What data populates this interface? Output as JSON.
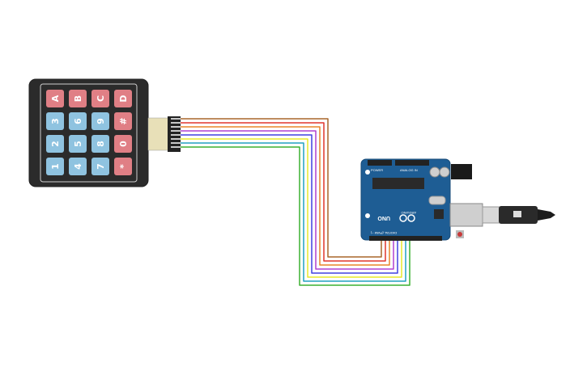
{
  "keypad": {
    "rows": [
      [
        "A",
        "B",
        "C",
        "D"
      ],
      [
        "3",
        "6",
        "9",
        "#"
      ],
      [
        "2",
        "5",
        "8",
        "0"
      ],
      [
        "1",
        "4",
        "7",
        "*"
      ]
    ],
    "colors": {
      "digit": "#8fc3e0",
      "letter": "#e07f85",
      "body": "#2b2b2b"
    }
  },
  "board": {
    "brand": "UNO",
    "sub_brand": "ARDUINO",
    "labels": {
      "digital": "DIGITAL (PWM ~)",
      "analog": "ANALOG IN",
      "power": "POWER"
    },
    "color": "#1e5d94"
  },
  "wires": {
    "colors": [
      "#a8662a",
      "#e0362d",
      "#e8862a",
      "#b040d0",
      "#4040e0",
      "#e8e82a",
      "#20a0c0",
      "#3cb030"
    ]
  }
}
